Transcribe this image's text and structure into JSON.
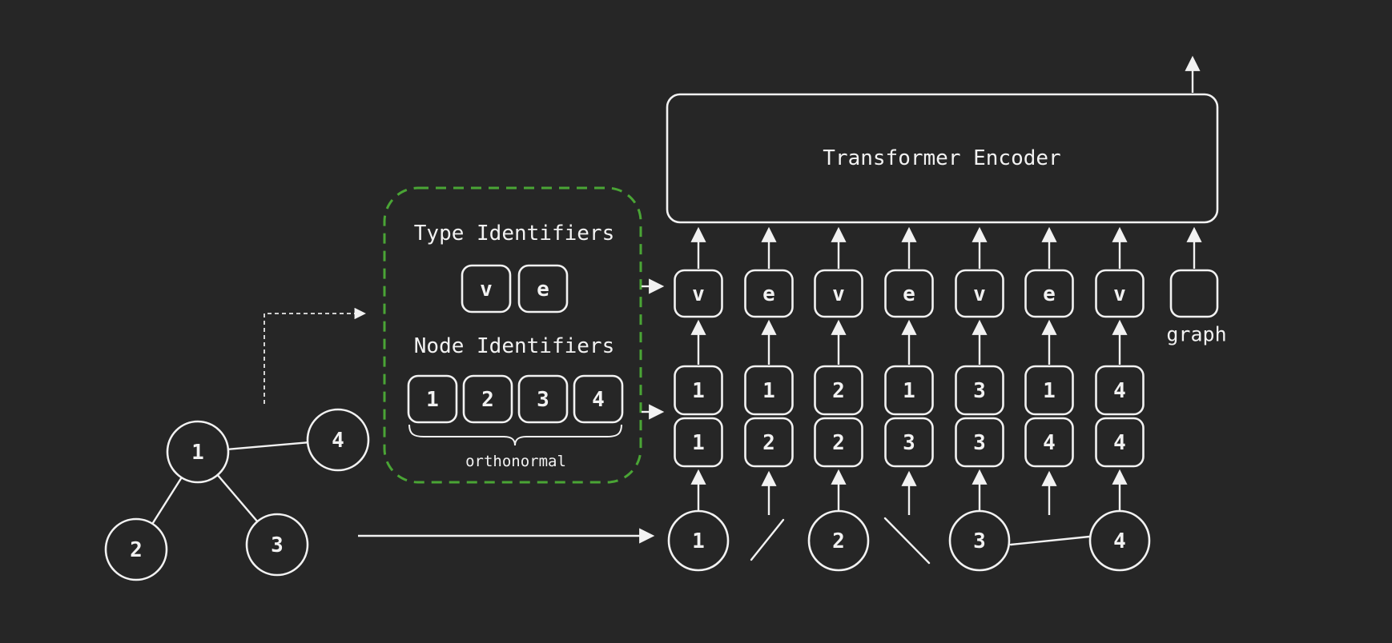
{
  "colors": {
    "background": "#262626",
    "stroke": "#f2f2f2",
    "panel_accent_green": "#4aa535"
  },
  "encoder": {
    "label": "Transformer Encoder"
  },
  "panel": {
    "type_header": "Type Identifiers",
    "type_tokens": [
      "v",
      "e"
    ],
    "node_header": "Node Identifiers",
    "node_tokens": [
      "1",
      "2",
      "3",
      "4"
    ],
    "brace_label": "orthonormal"
  },
  "seq": {
    "type": [
      "v",
      "e",
      "v",
      "e",
      "v",
      "e",
      "v"
    ],
    "top": [
      "1",
      "1",
      "2",
      "1",
      "3",
      "1",
      "4"
    ],
    "bottom": [
      "1",
      "2",
      "2",
      "3",
      "3",
      "4",
      "4"
    ],
    "graph_label": "graph"
  },
  "graph": {
    "nodes": [
      "1",
      "2",
      "3",
      "4"
    ],
    "edges": [
      "1-2",
      "1-3",
      "1-4"
    ]
  }
}
